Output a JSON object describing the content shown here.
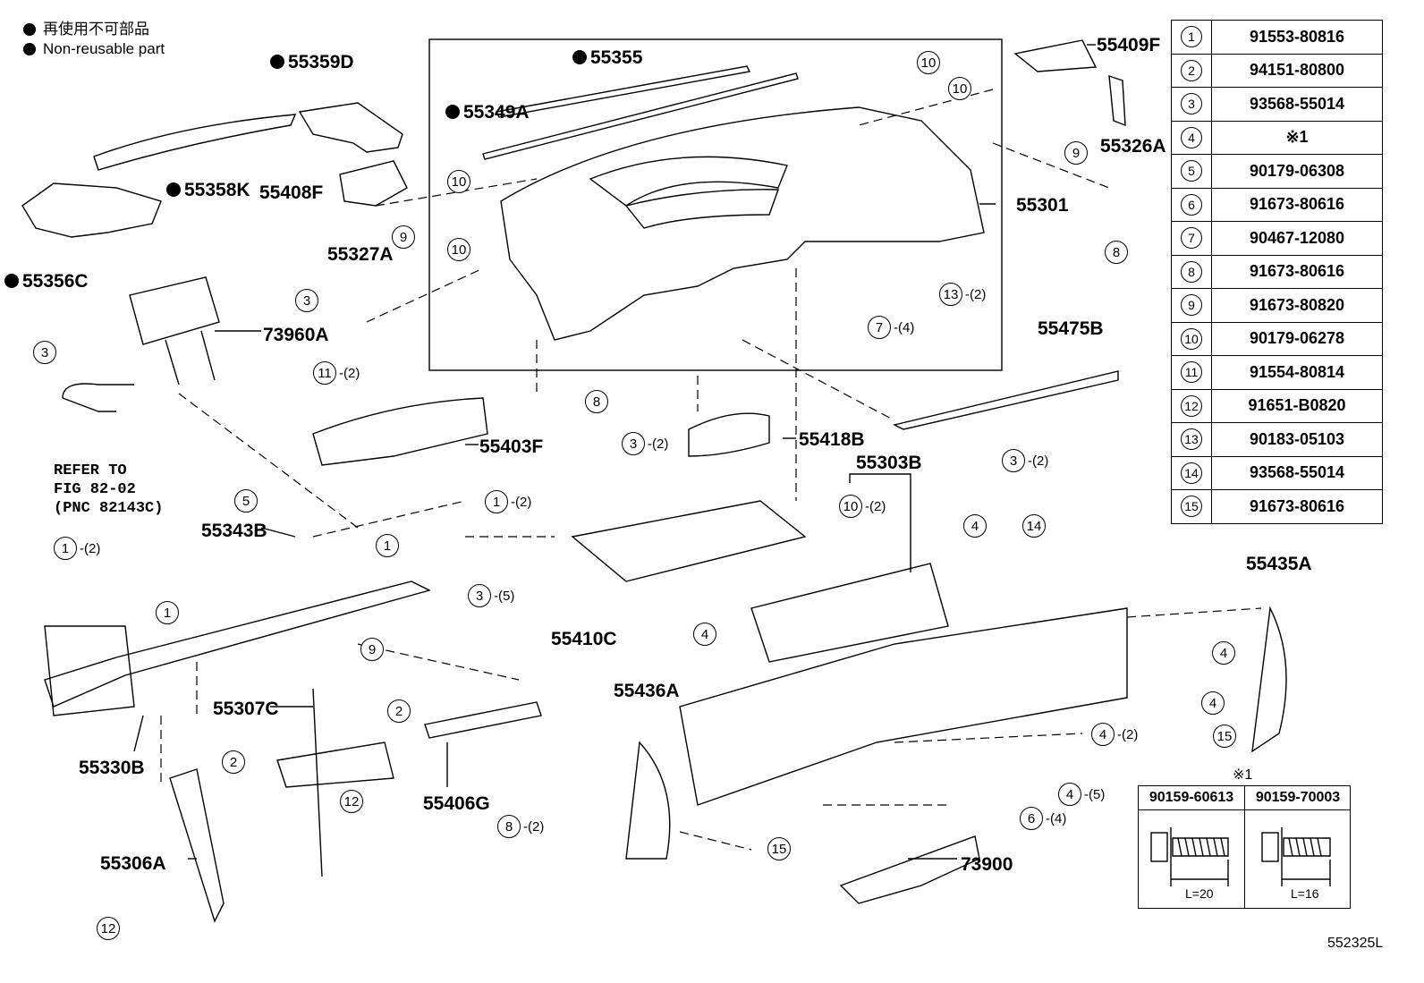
{
  "legend": {
    "line1": "再使用不可部品",
    "line2": "Non-reusable part"
  },
  "labels": {
    "p55359D": "55359D",
    "p55355": "55355",
    "p55349A": "55349A",
    "p55409F": "55409F",
    "p55326A": "55326A",
    "p55358K": "55358K",
    "p55408F": "55408F",
    "p55301": "55301",
    "p55356C": "55356C",
    "p55327A": "55327A",
    "p73960A": "73960A",
    "p55475B": "55475B",
    "p55403F": "55403F",
    "p55418B": "55418B",
    "p55303B": "55303B",
    "p55343B": "55343B",
    "p55435A": "55435A",
    "p55410C": "55410C",
    "p55436A": "55436A",
    "p55307C": "55307C",
    "p55330B": "55330B",
    "p55406G": "55406G",
    "p55306A": "55306A",
    "p73900": "73900"
  },
  "refer": "REFER TO\nFIG 82-02\n(PNC 82143C)",
  "callouts": {
    "c10a": {
      "n": "10",
      "q": ""
    },
    "c10b": {
      "n": "10",
      "q": ""
    },
    "c9a": {
      "n": "9",
      "q": ""
    },
    "c10c": {
      "n": "10",
      "q": ""
    },
    "c10d": {
      "n": "10",
      "q": ""
    },
    "c8a": {
      "n": "8",
      "q": ""
    },
    "c9b": {
      "n": "9",
      "q": ""
    },
    "c3a": {
      "n": "3",
      "q": ""
    },
    "c13": {
      "n": "13",
      "q": "-(2)"
    },
    "c3b": {
      "n": "3",
      "q": ""
    },
    "c7": {
      "n": "7",
      "q": "-(4)"
    },
    "c11": {
      "n": "11",
      "q": "-(2)"
    },
    "c8b": {
      "n": "8",
      "q": ""
    },
    "c3c": {
      "n": "3",
      "q": "-(2)"
    },
    "c3d": {
      "n": "3",
      "q": "-(2)"
    },
    "c10e": {
      "n": "10",
      "q": "-(2)"
    },
    "c5": {
      "n": "5",
      "q": ""
    },
    "c1a": {
      "n": "1",
      "q": "-(2)"
    },
    "c1b": {
      "n": "1",
      "q": "-(2)"
    },
    "c1c": {
      "n": "1",
      "q": ""
    },
    "c3e": {
      "n": "3",
      "q": "-(5)"
    },
    "c4a": {
      "n": "4",
      "q": ""
    },
    "c14": {
      "n": "14",
      "q": ""
    },
    "c1d": {
      "n": "1",
      "q": ""
    },
    "c9c": {
      "n": "9",
      "q": ""
    },
    "c4b": {
      "n": "4",
      "q": ""
    },
    "c4c": {
      "n": "4",
      "q": ""
    },
    "c4d": {
      "n": "4",
      "q": ""
    },
    "c2a": {
      "n": "2",
      "q": ""
    },
    "c4e": {
      "n": "4",
      "q": "-(2)"
    },
    "c15a": {
      "n": "15",
      "q": ""
    },
    "c2b": {
      "n": "2",
      "q": ""
    },
    "c4f": {
      "n": "4",
      "q": "-(5)"
    },
    "c8c": {
      "n": "8",
      "q": "-(2)"
    },
    "c6": {
      "n": "6",
      "q": "-(4)"
    },
    "c12a": {
      "n": "12",
      "q": ""
    },
    "c15b": {
      "n": "15",
      "q": ""
    },
    "c12b": {
      "n": "12",
      "q": ""
    }
  },
  "parts_table": [
    {
      "n": "1",
      "part": "91553-80816"
    },
    {
      "n": "2",
      "part": "94151-80800"
    },
    {
      "n": "3",
      "part": "93568-55014"
    },
    {
      "n": "4",
      "part": "※1"
    },
    {
      "n": "5",
      "part": "90179-06308"
    },
    {
      "n": "6",
      "part": "91673-80616"
    },
    {
      "n": "7",
      "part": "90467-12080"
    },
    {
      "n": "8",
      "part": "91673-80616"
    },
    {
      "n": "9",
      "part": "91673-80820"
    },
    {
      "n": "10",
      "part": "90179-06278"
    },
    {
      "n": "11",
      "part": "91554-80814"
    },
    {
      "n": "12",
      "part": "91651-B0820"
    },
    {
      "n": "13",
      "part": "90183-05103"
    },
    {
      "n": "14",
      "part": "93568-55014"
    },
    {
      "n": "15",
      "part": "91673-80616"
    }
  ],
  "note": {
    "title": "※1",
    "left_part": "90159-60613",
    "right_part": "90159-70003",
    "left_len": "L=20",
    "right_len": "L=16"
  },
  "figure_code": "552325L"
}
